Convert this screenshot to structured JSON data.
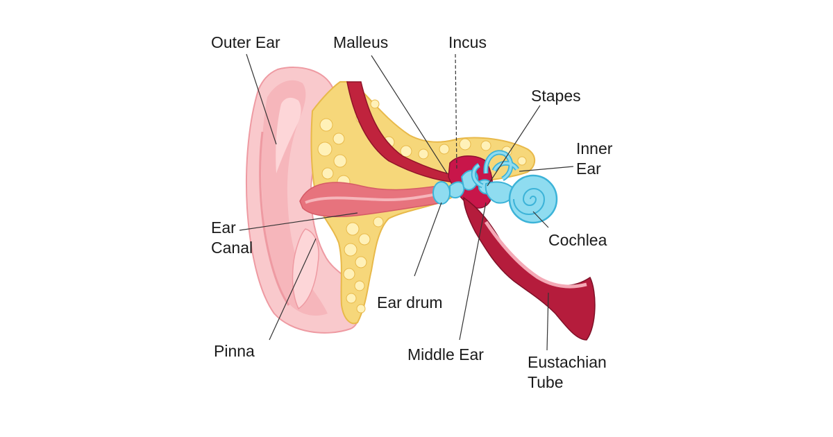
{
  "colors": {
    "skin_light": "#f9c9cc",
    "skin_mid": "#f2a7ad",
    "skin_dark": "#e98a93",
    "canal": "#e7737d",
    "bone_yellow": "#f6d77a",
    "bone_light": "#fff1b8",
    "muscle": "#c0233d",
    "middle_ear": "#c8164a",
    "tube": "#b51c3c",
    "ossicle_blue": "#8fdcf0",
    "ossicle_outline": "#3cb3d8",
    "leader_line": "#333333"
  },
  "labels": {
    "outer_ear": "Outer Ear",
    "malleus": "Malleus",
    "incus": "Incus",
    "stapes": "Stapes",
    "inner_ear_line1": "Inner",
    "inner_ear_line2": "Ear",
    "ear_canal_line1": "Ear",
    "ear_canal_line2": "Canal",
    "cochlea": "Cochlea",
    "ear_drum": "Ear drum",
    "pinna": "Pinna",
    "middle_ear": "Middle Ear",
    "eustachian_line1": "Eustachian",
    "eustachian_line2": "Tube"
  }
}
